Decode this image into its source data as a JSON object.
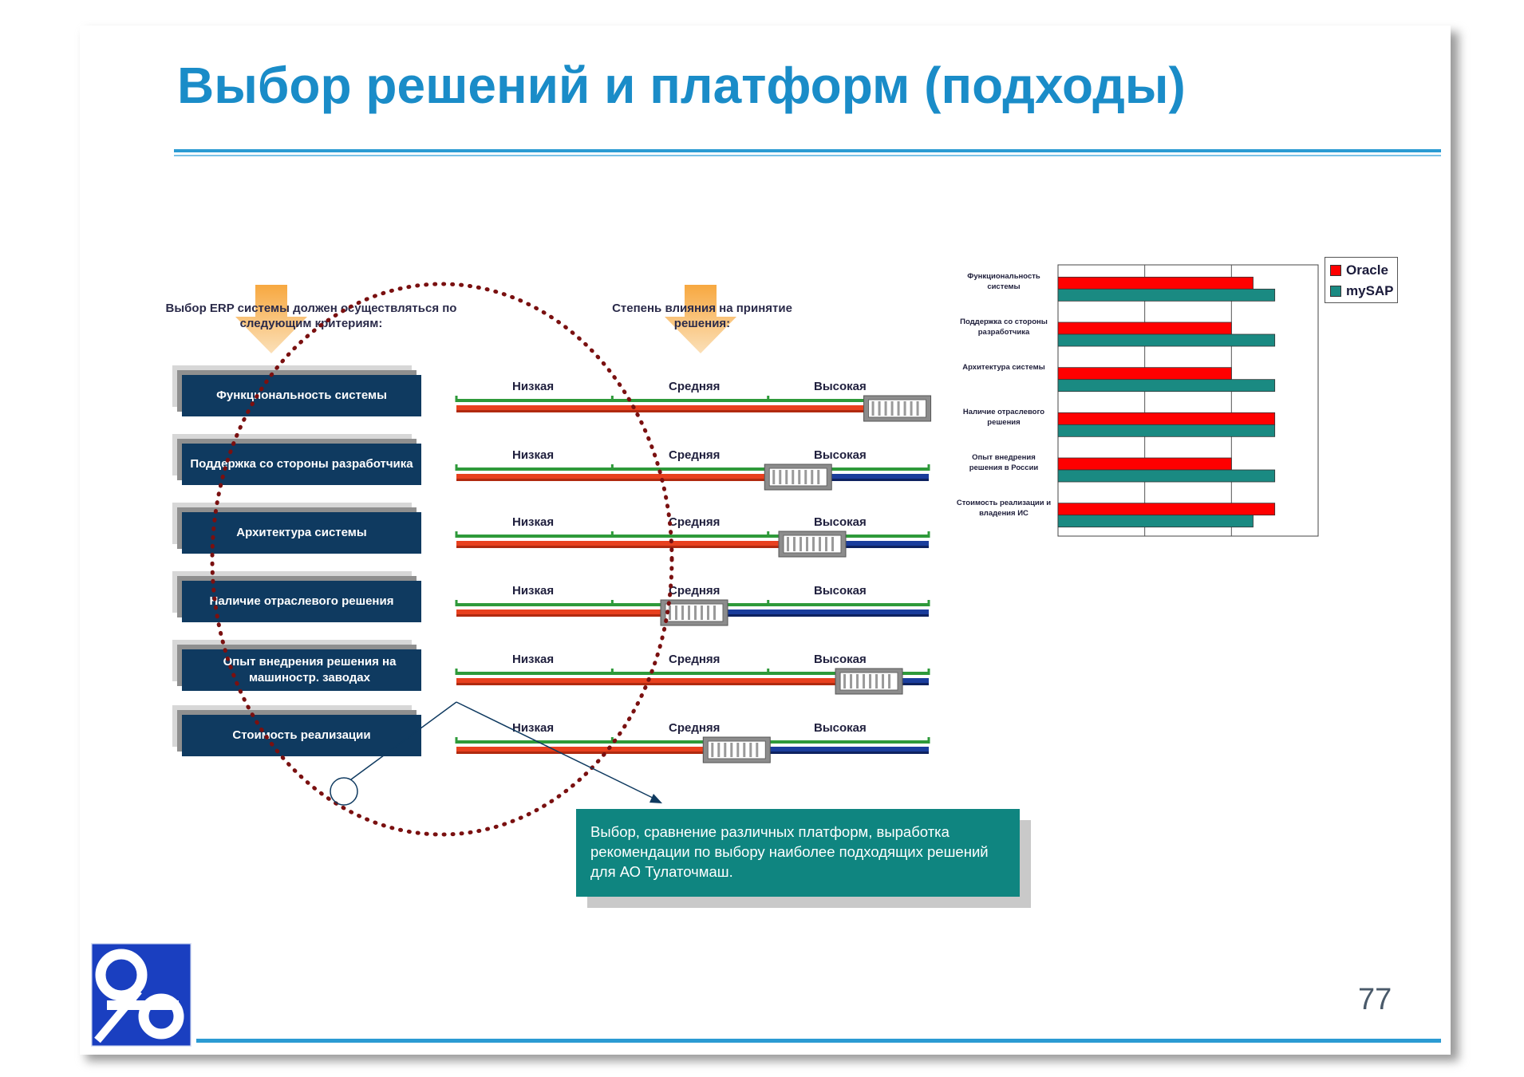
{
  "title": "Выбор решений и платформ (подходы)",
  "left_header": "Выбор ERP системы должен осуществляться по следующим критериям:",
  "mid_header": "Степень влияния на принятие решения:",
  "criteria": [
    {
      "label": "Функциональность системы",
      "level": 0.93
    },
    {
      "label": "Поддержка со стороны разработчика",
      "level": 0.72
    },
    {
      "label": "Архитектура системы",
      "level": 0.75
    },
    {
      "label": "Наличие отраслевого решения",
      "level": 0.5
    },
    {
      "label": "Опыт внедрения решения на машиностр. заводах",
      "level": 0.87
    },
    {
      "label": "Стоимость реализации",
      "level": 0.59
    }
  ],
  "scale_labels": {
    "low": "Низкая",
    "mid": "Средняя",
    "high": "Высокая"
  },
  "note": "Выбор, сравнение различных платформ, выработка рекомендации по выбору наиболее подходящих решений для АО Тулаточмаш.",
  "chart_data": {
    "type": "bar",
    "orientation": "horizontal",
    "categories": [
      "Функциональность системы",
      "Поддержка со стороны разработчика",
      "Архитектура системы",
      "Наличие отраслевого решения",
      "Опыт внедрения решения в России",
      "Стоимость реализации и владения ИС"
    ],
    "series": [
      {
        "name": "Oracle",
        "color": "#ff0000",
        "values": [
          4.5,
          4,
          4,
          5,
          4,
          5
        ]
      },
      {
        "name": "mySAP",
        "color": "#1a8a82",
        "values": [
          5,
          5,
          5,
          5,
          5,
          4.5
        ]
      }
    ],
    "xlim": [
      0,
      6
    ],
    "grid": true,
    "legend": "top-right"
  },
  "page_number": "77",
  "colors": {
    "accent": "#1a8cc8",
    "box": "#0f3a60",
    "note": "#0f8580"
  }
}
